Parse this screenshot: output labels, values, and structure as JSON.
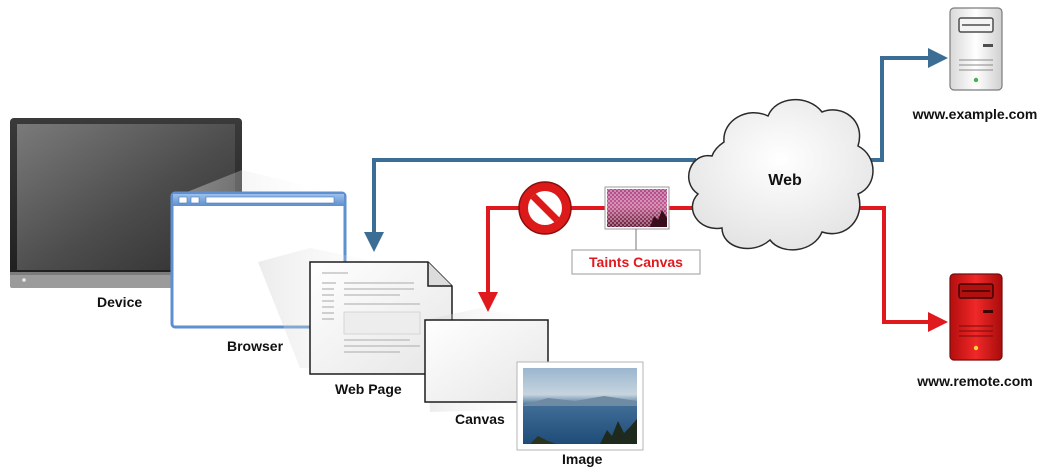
{
  "labels": {
    "device": "Device",
    "browser": "Browser",
    "web_page": "Web Page",
    "canvas": "Canvas",
    "image": "Image",
    "web": "Web",
    "example_server": "www.example.com",
    "remote_server": "www.remote.com",
    "taints_canvas": "Taints Canvas"
  },
  "colors": {
    "blue_path": "#3c6e95",
    "red_path": "#e0191f",
    "browser_chrome": "#7aa6dc",
    "remote_server_body": "#dd1a1a"
  },
  "icons": {
    "blocked": "no-entry-icon",
    "server": "server-tower-icon",
    "cloud": "cloud-icon"
  }
}
